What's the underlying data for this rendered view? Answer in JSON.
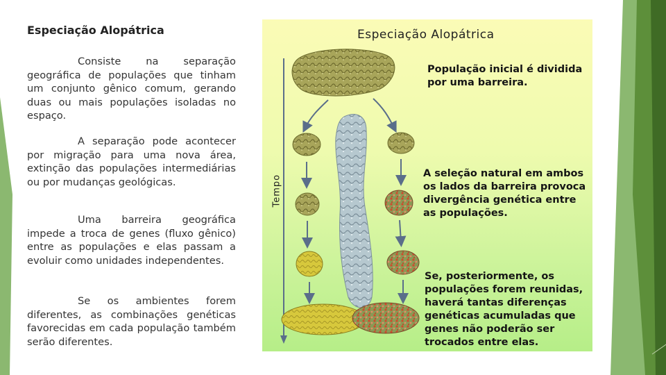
{
  "slide": {
    "title": "Especiação Alopátrica",
    "paragraphs": [
      "Consiste na separação geográfica de populações que tinham um conjunto gênico comum, gerando duas ou mais populações isoladas no espaço.",
      "A separação pode acontecer por migração para uma nova área, extinção das populações intermediárias ou por mudanças geológicas.",
      "Uma barreira geográfica impede a troca de genes (fluxo gênico) entre as populações e elas passam a evoluir como unidades independentes.",
      "Se os ambientes forem diferentes, as combinações genéticas favorecidas em cada população também serão diferentes."
    ]
  },
  "figure": {
    "title": "Especiação Alopátrica",
    "axis_label": "Tempo",
    "captions": [
      "População inicial é dividida por uma barreira.",
      "A seleção natural em ambos os lados da barreira provoca divergência genética entre as populações.",
      "Se, posteriormente, os populações forem reunidas, haverá tantas diferenças genéticas acumuladas que genes não poderão ser trocados entre elas."
    ]
  },
  "colors": {
    "deco_dark": "#3f6b25",
    "deco_mid": "#5d8f3a",
    "deco_light": "#8bb870",
    "population_initial": "#a8a55a",
    "population_yellow": "#d4c43a",
    "population_red": "#c8502e",
    "barrier": "#a8bcc6"
  }
}
